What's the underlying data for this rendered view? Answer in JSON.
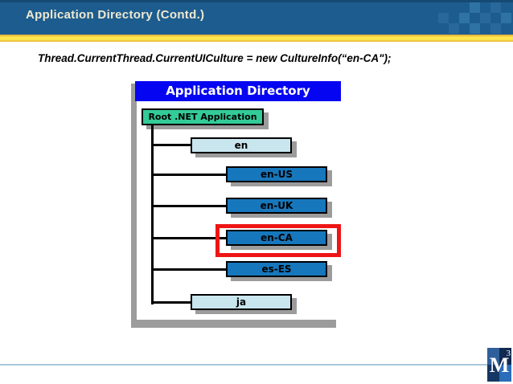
{
  "header": {
    "title": "Application Directory (Contd.)"
  },
  "code_line": "Thread.CurrentThread.CurrentUICulture = new CultureInfo(“en-CA\");",
  "diagram": {
    "title": "Application Directory",
    "root_label": "Root .NET Application",
    "nodes": [
      {
        "label": "en",
        "style": "light",
        "highlighted": false
      },
      {
        "label": "en-US",
        "style": "dark",
        "highlighted": false
      },
      {
        "label": "en-UK",
        "style": "dark",
        "highlighted": false
      },
      {
        "label": "en-CA",
        "style": "dark",
        "highlighted": true
      },
      {
        "label": "es-ES",
        "style": "dark",
        "highlighted": false
      },
      {
        "label": "ja",
        "style": "light",
        "highlighted": false
      }
    ]
  },
  "logo": {
    "letter": "M",
    "superscript": "3"
  },
  "colors": {
    "header_blue": "#1d5c8e",
    "stripe_yellow": "#ffe94f",
    "diagram_title_bg": "#0505f2",
    "root_green": "#33cb98",
    "node_dark_blue": "#1777bc",
    "node_light_blue": "#c9e6ee",
    "highlight_red": "#ee1515",
    "shadow_gray": "#9c9c9c",
    "footer_line_blue": "#a9c7dd",
    "logo_navy": "#102a50",
    "logo_blue": "#2a6db8"
  }
}
